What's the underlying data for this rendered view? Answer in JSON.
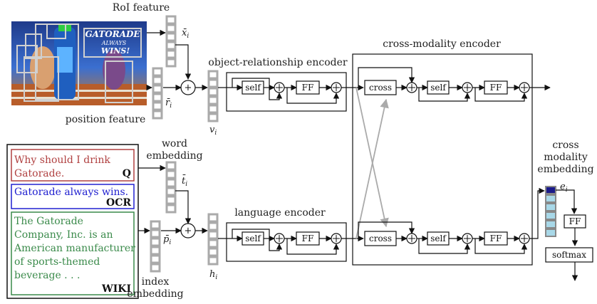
{
  "labels": {
    "roi_feature": "RoI feature",
    "position_feature": "position feature",
    "word_embedding_line1": "word",
    "word_embedding_line2": "embedding",
    "index_embedding_line1": "index",
    "index_embedding_line2": "embedding",
    "obj_rel_encoder": "object-relationship encoder",
    "language_encoder": "language encoder",
    "cross_modality_encoder": "cross-modality encoder",
    "cross_modality_embedding_line1": "cross",
    "cross_modality_embedding_line2": "modality",
    "cross_modality_embedding_line3": "embedding"
  },
  "variables": {
    "x_i": "x̄",
    "r_i": "r̄",
    "v_i": "v",
    "t_i": "t̄",
    "p_i": "p̄",
    "h_i": "h",
    "e_i": "e",
    "sub_i": "i"
  },
  "blocks": {
    "self": "self",
    "ff": "FF",
    "cross": "cross",
    "softmax": "softmax",
    "plus": "+"
  },
  "image_panel": {
    "brand_line1": "GATORADE",
    "brand_line2": "ALWAYS",
    "brand_line3": "WINS!"
  },
  "text_inputs": {
    "q_line1": "Why should I drink",
    "q_line2": "Gatorade.",
    "q_tag": "Q",
    "ocr_line1": "Gatorade always wins.",
    "ocr_tag": "OCR",
    "wiki_line1": "The Gatorade",
    "wiki_line2": "Company, Inc. is an",
    "wiki_line3": "American manufacturer",
    "wiki_line4": "of sports-themed",
    "wiki_line5": "beverage . . .",
    "wiki_tag": "WIKI"
  },
  "colors": {
    "q_border": "#b04040",
    "ocr_border": "#2020d0",
    "wiki_border": "#3a8a4a",
    "feature_cell": "#aaaaaa",
    "cross_arrow": "#aaaaaa",
    "embedding_cell": "#a8d8e8",
    "embedding_top": "#1a1a8a"
  }
}
